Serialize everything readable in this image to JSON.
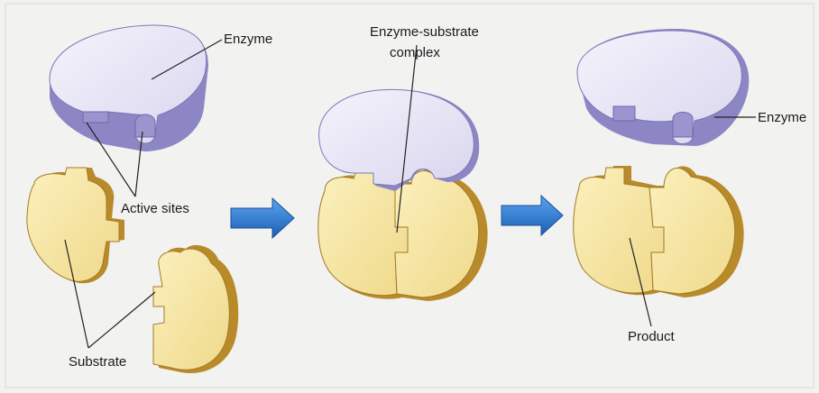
{
  "colors": {
    "background": "#f2f2f1",
    "enzyme_top": "#e8e6f4",
    "enzyme_side": "#8c86c4",
    "substrate_face": "#f6e7a2",
    "substrate_side": "#b88a2a",
    "arrow": "#2a78d0",
    "line": "#222222"
  },
  "labels": {
    "enzyme_left": "Enzyme",
    "active_sites": "Active sites",
    "substrate": "Substrate",
    "complex_line1": "Enzyme-substrate",
    "complex_line2": "complex",
    "enzyme_right": "Enzyme",
    "product": "Product"
  },
  "icons": [
    "right-arrow-icon",
    "right-arrow-icon"
  ]
}
